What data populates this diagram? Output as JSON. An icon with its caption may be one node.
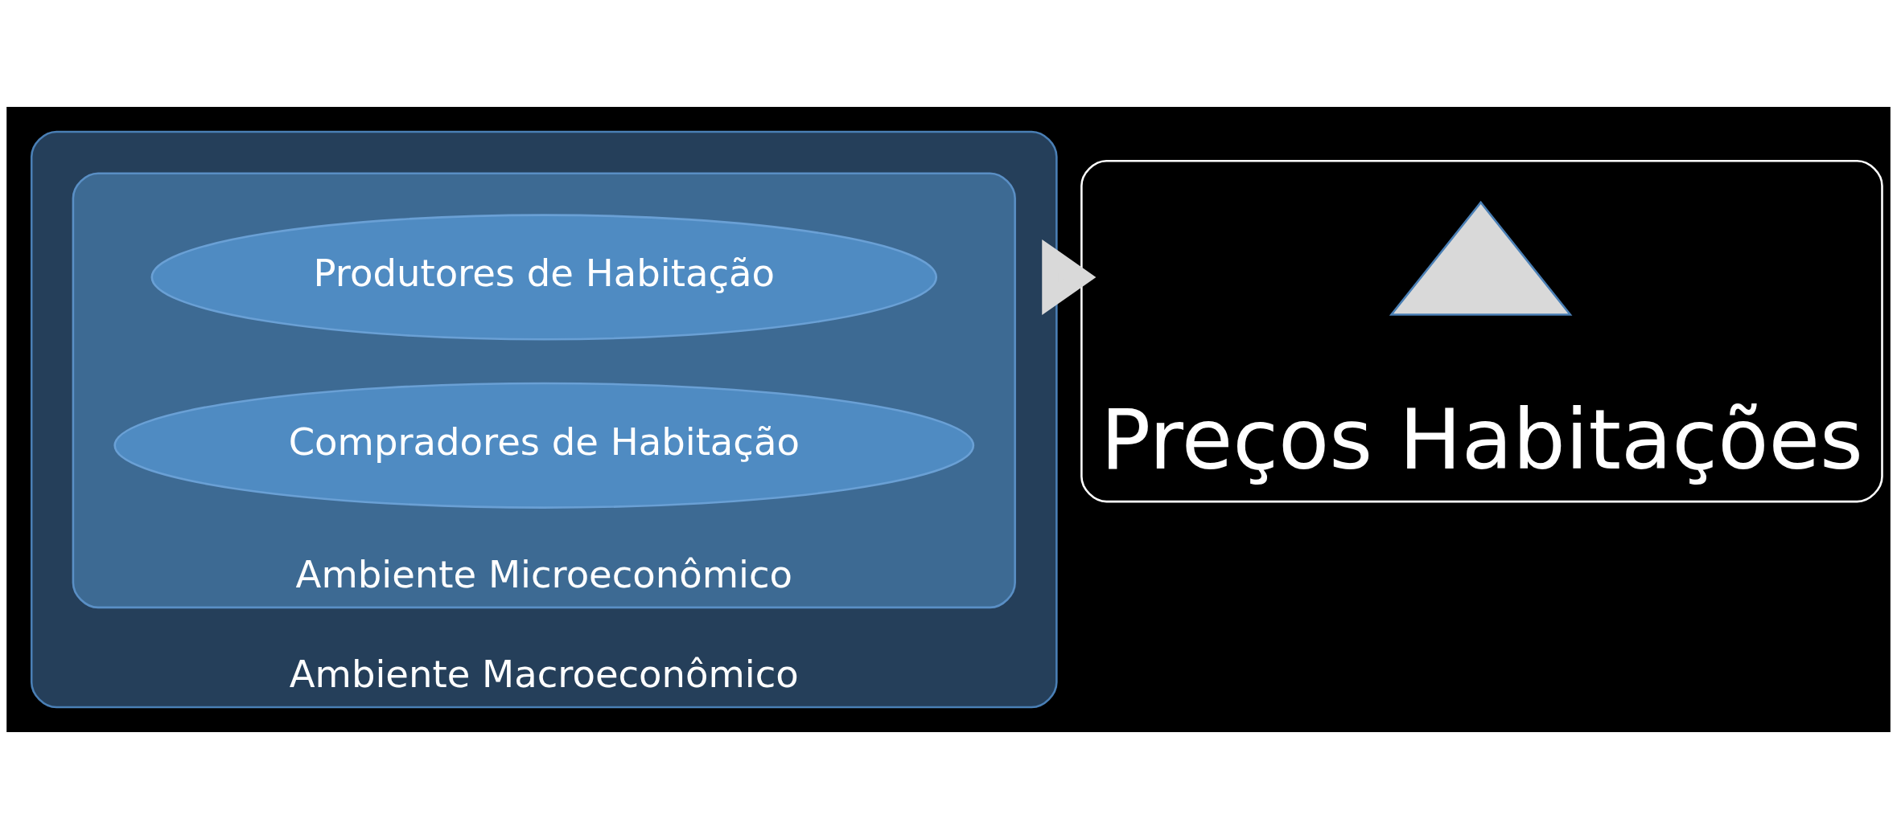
{
  "diagram": {
    "nodes": [
      {
        "text": [
          "Ambiente Macroeconômico"
        ]
      },
      {
        "text": [
          "Ambiente Microeconômico"
        ],
        "in": 0
      },
      {
        "text": [
          "Produtores de Habitação"
        ],
        "in": 1
      },
      {
        "text": [
          "Compradores de Habitação"
        ],
        "in": 1
      },
      {
        "text": [
          "Preços Habitações"
        ]
      },
      {
        "text": [],
        "shape": "triangle",
        "in": 4
      }
    ],
    "edges": [
      {
        "from": 0,
        "to": 4,
        "arrow": "to",
        "style": "thick"
      }
    ]
  }
}
